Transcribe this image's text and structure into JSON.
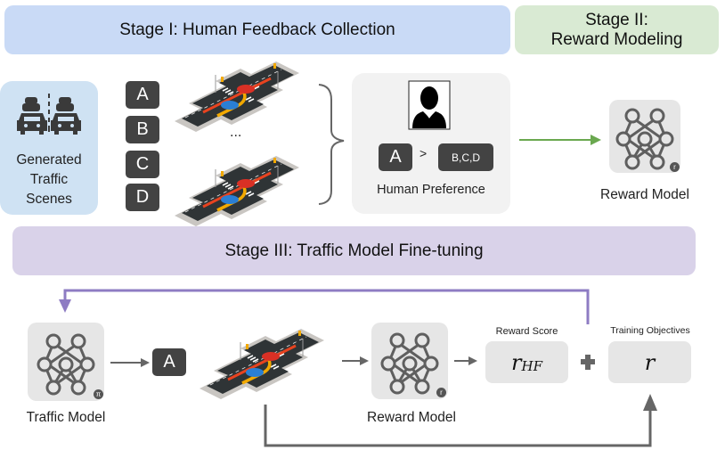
{
  "stages": {
    "stage1": "Stage I: Human Feedback Collection",
    "stage2_line1": "Stage II:",
    "stage2_line2": "Reward Modeling",
    "stage3": "Stage III: Traffic Model Fine-tuning"
  },
  "generated": {
    "line1": "Generated",
    "line2": "Traffic",
    "line3": "Scenes",
    "icon": "traffic-cars-icon"
  },
  "candidates": {
    "labels": [
      "A",
      "B",
      "C",
      "D"
    ],
    "ellipsis": "...",
    "scene_icon": "intersection-scene-icon"
  },
  "preference": {
    "icon": "person-avatar-icon",
    "preferred": "A",
    "operator": ">",
    "others": "B,C,D",
    "label": "Human Preference"
  },
  "reward_model_top": {
    "label": "Reward Model",
    "badge": "r",
    "icon": "neural-network-icon"
  },
  "finetune": {
    "traffic_model_label": "Traffic Model",
    "traffic_model_badge": "π",
    "sample_chip": "A",
    "reward_model_label": "Reward Model",
    "reward_model_badge": "r",
    "reward_score_label": "Reward Score",
    "reward_score_symbol": "r",
    "reward_score_subscript": "HF",
    "plus": "+",
    "training_objectives_label": "Training Objectives",
    "training_objectives_symbol": "r"
  },
  "colors": {
    "stage1_bg": "#c9daf6",
    "stage2_bg": "#d9ead3",
    "stage3_bg": "#d9d2e9",
    "green_arrow": "#6aa84f",
    "purple_arrow": "#8e7cc3",
    "gray_arrow": "#666666",
    "chip": "#434343"
  }
}
